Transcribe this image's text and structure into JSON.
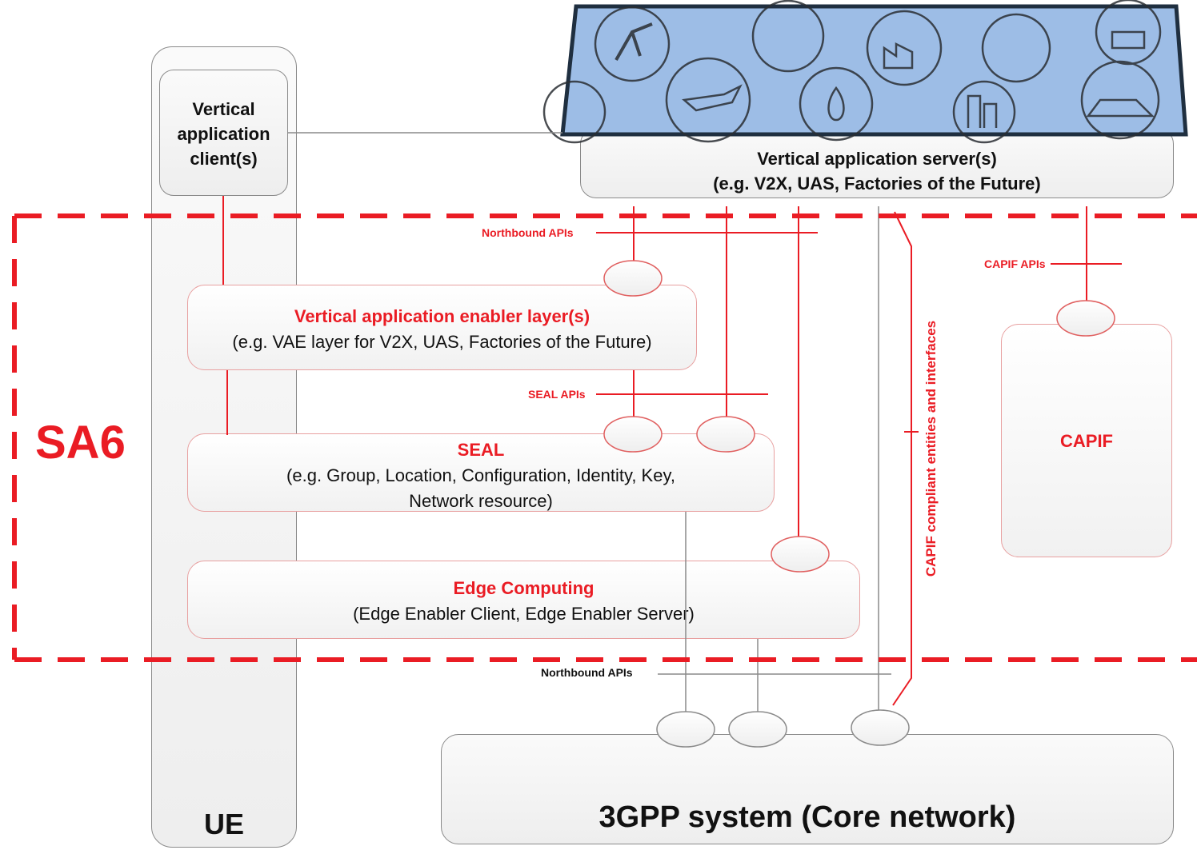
{
  "ue": {
    "client_line1": "Vertical",
    "client_line2": "application",
    "client_line3": "client(s)",
    "label": "UE"
  },
  "vas": {
    "line1": "Vertical application server(s)",
    "line2": "(e.g. V2X, UAS, Factories of the Future)",
    "banner_icons": [
      "robot-arm-icon",
      "cloud-icon",
      "factory-leaf-icon",
      "satellite-earth-icon",
      "tractor-icon",
      "police-icon",
      "transport-icon",
      "medical-drop-icon",
      "city-icon",
      "connected-car-icon"
    ]
  },
  "sa6": {
    "label": "SA6"
  },
  "vae": {
    "title": "Vertical application enabler layer(s)",
    "subtitle": "(e.g. VAE layer for V2X, UAS, Factories of the Future)"
  },
  "seal": {
    "title": "SEAL",
    "line2": "(e.g. Group, Location, Configuration, Identity, Key,",
    "line3": "Network resource)"
  },
  "edge": {
    "title": "Edge Computing",
    "subtitle": "(Edge Enabler Client, Edge Enabler Server)"
  },
  "capif": {
    "title": "CAPIF",
    "apis_label": "CAPIF APIs",
    "vertical_label": "CAPIF compliant entities and interfaces"
  },
  "apis": {
    "northbound_top": "Northbound APIs",
    "seal_apis": "SEAL APIs",
    "northbound_bottom": "Northbound APIs"
  },
  "core": {
    "label": "3GPP system (Core network)"
  },
  "colors": {
    "accent_red": "#ea1c24",
    "line_gray": "#8a8a8a",
    "banner_blue": "#9dbde6"
  }
}
